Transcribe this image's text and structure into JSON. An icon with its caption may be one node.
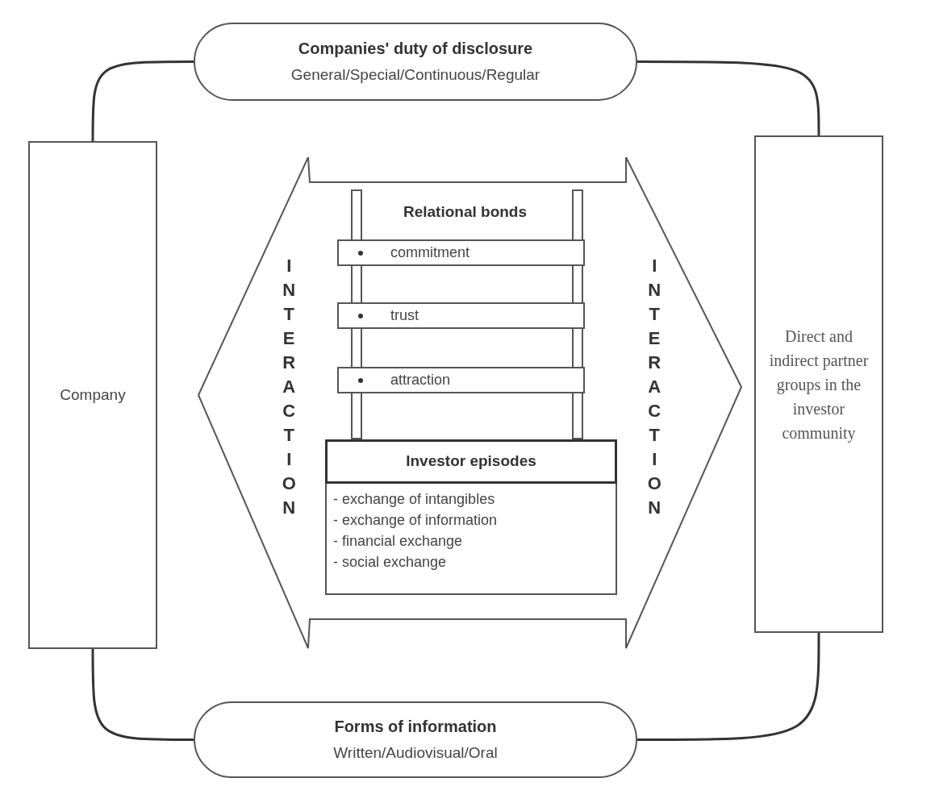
{
  "diagram": {
    "nodes": [
      {
        "text": [
          "Companies' duty of disclosure",
          "General/Special/Continuous/Regular"
        ]
      },
      {
        "text": [
          "Company"
        ]
      },
      {
        "text": [
          "Direct and indirect partner groups in the investor community"
        ]
      },
      {
        "text": [
          "INTERACTION",
          "INTERACTION"
        ]
      },
      {
        "text": [
          "Relational bonds"
        ],
        "in": 3
      },
      {
        "text": [
          "commitment"
        ],
        "in": 4
      },
      {
        "text": [
          "trust"
        ],
        "in": 4
      },
      {
        "text": [
          "attraction"
        ],
        "in": 4
      },
      {
        "text": [
          "Investor episodes",
          "- exchange of intangibles",
          "- exchange of information",
          "- financial exchange",
          "- social exchange"
        ],
        "in": 3
      },
      {
        "text": [
          "Forms of information",
          "Written/Audiovisual/Oral"
        ]
      }
    ],
    "edges": [
      {
        "from": 1,
        "to": 0,
        "arrow": "none"
      },
      {
        "from": 0,
        "to": 2,
        "arrow": "none"
      },
      {
        "from": 1,
        "to": 9,
        "arrow": "none"
      },
      {
        "from": 9,
        "to": 2,
        "arrow": "none"
      }
    ]
  }
}
